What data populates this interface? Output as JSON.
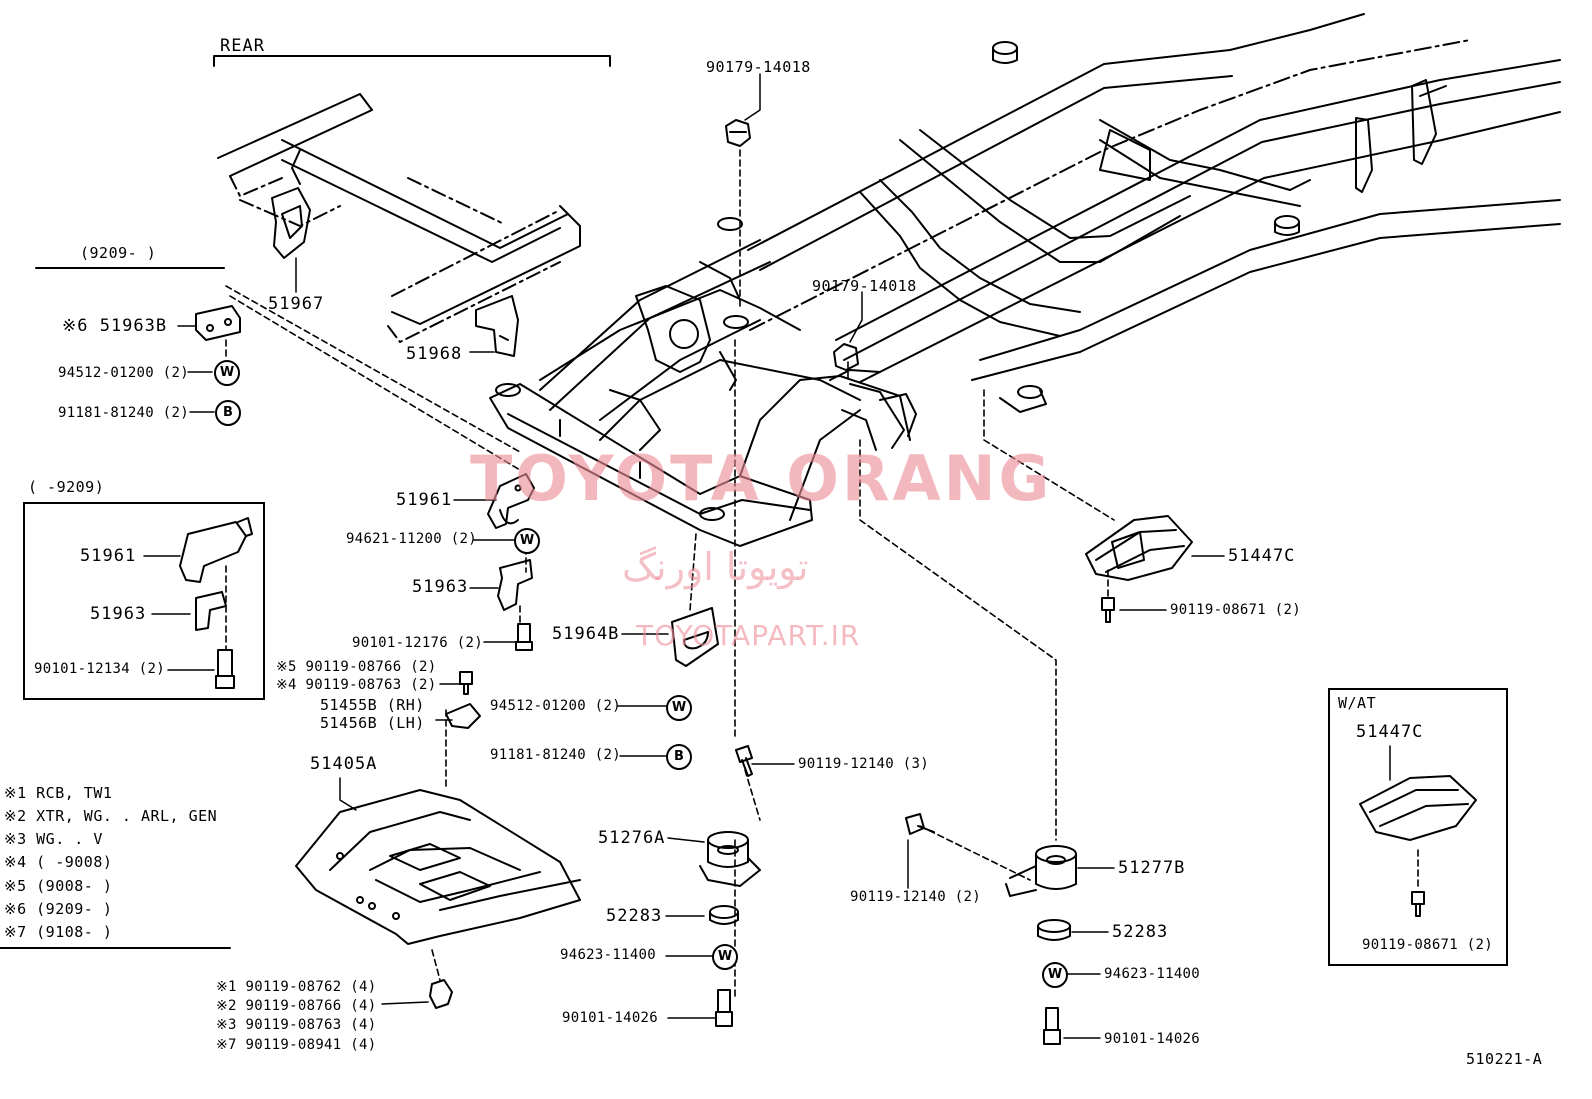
{
  "header": {
    "rear_label": "REAR"
  },
  "watermark": {
    "brand": "TOYOTA ORANG",
    "persian": "تویوتا اورنگ",
    "site": "TOYOTAPART.IR",
    "color": "#ec8c96"
  },
  "diagram_code": "510221-A",
  "date_ranges": {
    "new_type": "(9209-        )",
    "old_type": "(       -9209)",
    "wat": "W/AT"
  },
  "callouts": {
    "p90179_top": "90179-14018",
    "p90179_mid": "90179-14018",
    "p51967": "51967",
    "p51968": "51968",
    "p51963B": "※6 51963B",
    "w_94512_left": "94512-01200 (2)",
    "b_91181_left": "91181-81240 (2)",
    "p51961": "51961",
    "w_94621": "94621-11200 (2)",
    "p51963": "51963",
    "bolt_90101_12176": "90101-12176 (2)",
    "n5": "※5 90119-08766 (2)",
    "n4": "※4 90119-08763 (2)",
    "rh": "51455B (RH)",
    "lh": "51456B (LH)",
    "p51964B": "51964B",
    "w_94512_mid": "94512-01200 (2)",
    "b_91181_mid": "91181-81240 (2)",
    "bolt_90119_12140_3": "90119-12140 (3)",
    "p51405A": "51405A",
    "p51276A": "51276A",
    "p52283_left": "52283",
    "w_94623_left": "94623-11400",
    "bolt_90101_14026_left": "90101-14026",
    "bolt_90119_12140_2": "90119-12140 (2)",
    "p51277B": "51277B",
    "p52283_right": "52283",
    "w_94623_right": "94623-11400",
    "bolt_90101_14026_right": "90101-14026",
    "p51447C": "51447C",
    "bolt_90119_08671": "90119-08671 (2)",
    "box_51961": "51961",
    "box_51963": "51963",
    "box_90101_12134": "90101-12134 (2)",
    "wat_51447C": "51447C",
    "wat_bolt_90119_08671": "90119-08671 (2)",
    "q1": "※1 90119-08762 (4)",
    "q2": "※2 90119-08766 (4)",
    "q3": "※3 90119-08763 (4)",
    "q7": "※7 90119-08941 (4)"
  },
  "legend": [
    "※1  RCB, TW1",
    "※2  XTR, WG. . ARL, GEN",
    "※3  WG. . V",
    "※4  (       -9008)",
    "※5  (9008-       )",
    "※6  (9209-       )",
    "※7  (9108-       )"
  ],
  "symbols": {
    "washer": "W",
    "bolt": "B"
  }
}
